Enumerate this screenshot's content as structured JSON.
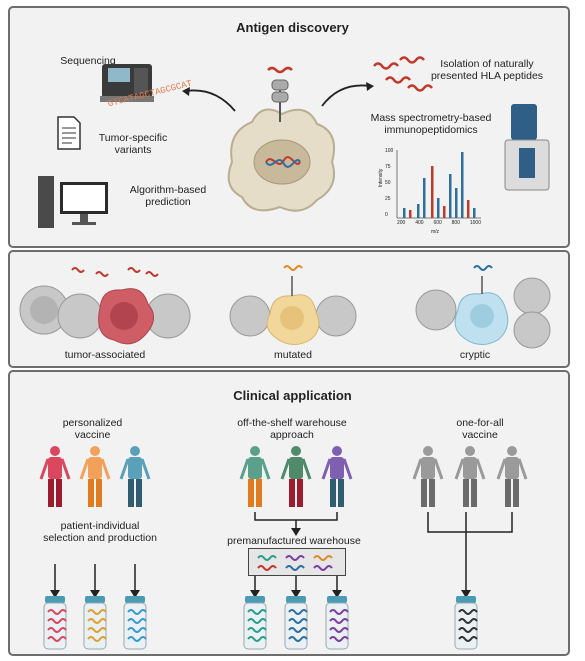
{
  "discovery": {
    "title": "Antigen discovery",
    "sequencing": "Sequencing",
    "seq_text": "GTCATAGCTAGCGCAT",
    "variants": "Tumor-specific variants",
    "algorithm": "Algorithm-based prediction",
    "isolation": "Isolation of naturally presented HLA peptides",
    "ms": "Mass spectrometry-based immunopeptidomics",
    "ms_ylabel": "Intensity",
    "ms_xlabel": "m/z",
    "ms_ticks": [
      "200",
      "400",
      "600",
      "800",
      "1000"
    ],
    "ms_yticks": [
      "100",
      "75",
      "50",
      "25",
      "0"
    ]
  },
  "antigens": {
    "tumor_associated": "tumor-associated",
    "mutated": "mutated",
    "cryptic": "cryptic"
  },
  "clinical": {
    "title": "Clinical application",
    "personalized": "personalized vaccine",
    "offshelf": "off-the-shelf warehouse approach",
    "oneforall": "one-for-all vaccine",
    "patient_individual": "patient-individual selection and production",
    "warehouse": "premanufactured warehouse"
  },
  "colors": {
    "panel_border": "#6d6d6d",
    "panel_bg": "#f2f2f2",
    "peptide_red": "#c0392b",
    "vial_cap": "#4a9bb5"
  }
}
